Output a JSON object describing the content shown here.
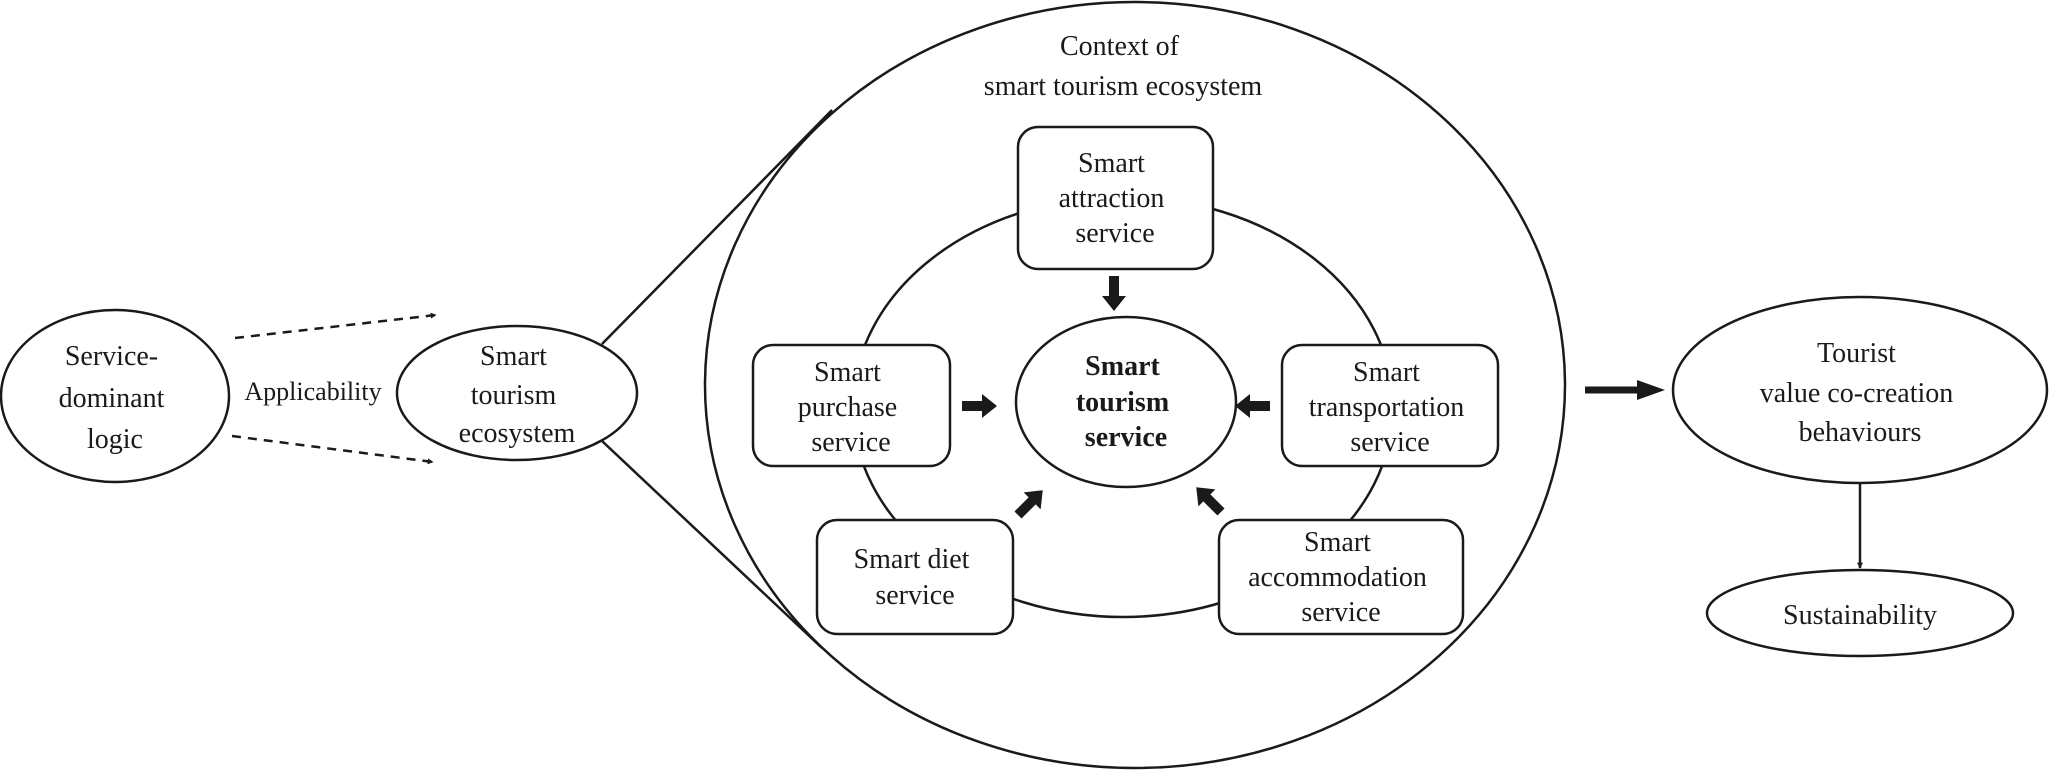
{
  "nodes": {
    "service_dominant_logic": [
      "Service-",
      "dominant",
      "logic"
    ],
    "applicability": "Applicability",
    "smart_tourism_ecosystem": [
      "Smart",
      "tourism",
      "ecosystem"
    ],
    "context_title": [
      "Context of",
      "smart tourism ecosystem"
    ],
    "smart_attraction": [
      "Smart",
      "attraction",
      "service"
    ],
    "smart_purchase": [
      "Smart",
      "purchase",
      "service"
    ],
    "smart_transportation": [
      "Smart",
      "transportation",
      "service"
    ],
    "smart_diet": [
      "Smart diet",
      "service"
    ],
    "smart_accommodation": [
      "Smart",
      "accommodation",
      "service"
    ],
    "smart_tourism_service": [
      "Smart",
      "tourism",
      "service"
    ],
    "tourist_value": [
      "Tourist",
      "value co-creation",
      "behaviours"
    ],
    "sustainability": "Sustainability"
  },
  "colors": {
    "ink": "#1a1a1a",
    "background": "#ffffff"
  }
}
